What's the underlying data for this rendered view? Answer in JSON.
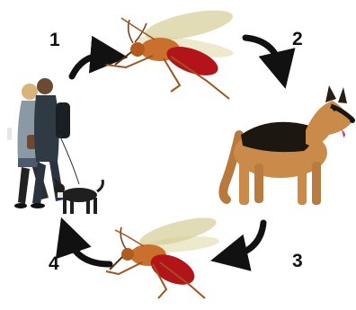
{
  "cycle": {
    "steps": [
      {
        "number": "1",
        "subject": "people-walking-dog"
      },
      {
        "number": "2",
        "subject": "mosquito"
      },
      {
        "number": "3",
        "subject": "german-shepherd"
      },
      {
        "number": "4",
        "subject": "mosquito"
      }
    ]
  },
  "icons": {
    "arrow": "curved-arrow-icon",
    "mosquito": "mosquito-icon",
    "dog": "dog-icon",
    "people": "people-walking-dog-icon"
  },
  "colors": {
    "arrow": "#111111",
    "mosquito_body": "#c8702c",
    "mosquito_blood": "#b3141a",
    "dog_tan": "#c98a4a",
    "dog_black": "#1d1712",
    "background": "#ffffff"
  }
}
